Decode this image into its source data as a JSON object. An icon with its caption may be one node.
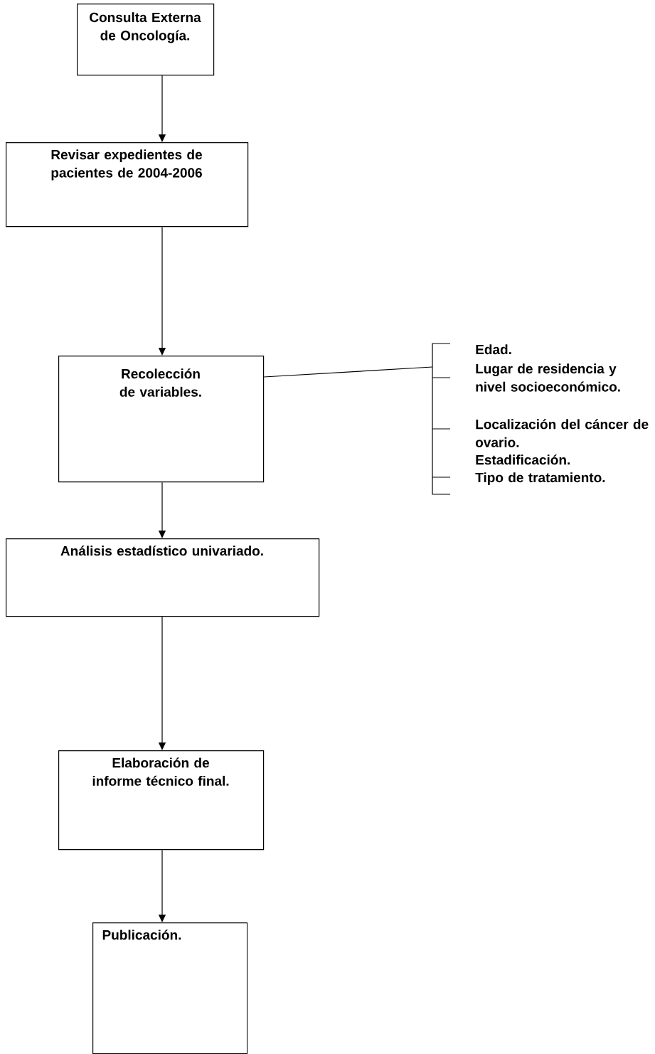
{
  "diagram": {
    "nodes": [
      {
        "text": [
          "Consulta Externa de Oncología."
        ]
      },
      {
        "text": [
          "Revisar expedientes de pacientes de 2004-2006"
        ]
      },
      {
        "text": [
          "Recolección de variables."
        ]
      },
      {
        "text": [
          "Análisis estadístico univariado."
        ]
      },
      {
        "text": [
          "Elaboración de informe técnico final."
        ]
      },
      {
        "text": [
          "Publicación."
        ]
      },
      {
        "text": [
          "Edad.",
          "Lugar de residencia y nivel socioeconómico.",
          "Localización del cáncer de ovario.",
          "Estadificación.",
          "Tipo de tratamiento."
        ]
      }
    ],
    "edges": [
      {
        "from": 0,
        "to": 1,
        "arrow": "to"
      },
      {
        "from": 1,
        "to": 2,
        "arrow": "to"
      },
      {
        "from": 2,
        "to": 3,
        "arrow": "to"
      },
      {
        "from": 3,
        "to": 4,
        "arrow": "to"
      },
      {
        "from": 4,
        "to": 5,
        "arrow": "to"
      },
      {
        "from": 2,
        "to": 6,
        "arrow": "none"
      }
    ]
  }
}
